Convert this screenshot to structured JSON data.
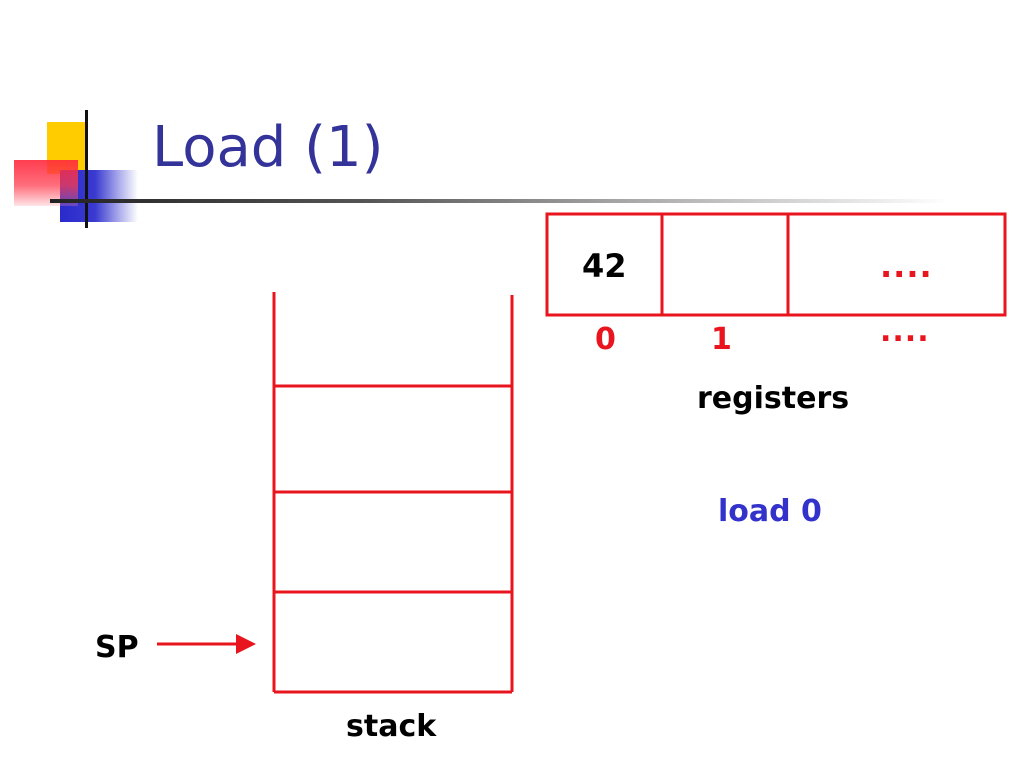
{
  "slide": {
    "title": "Load (1)"
  },
  "registers": {
    "cells": [
      "42",
      "",
      "...."
    ],
    "indices": [
      "0",
      "1",
      "...."
    ],
    "label": "registers"
  },
  "instruction": "load 0",
  "stack": {
    "label": "stack",
    "pointer_label": "SP"
  },
  "colors": {
    "title": "#333399",
    "diagram": "#e8141e",
    "index": "#e8141e",
    "instruction": "#3333cc",
    "text": "#000000",
    "deco_yellow": "#ffcc00",
    "deco_blue": "#3333cc",
    "deco_red": "#ff3344"
  }
}
